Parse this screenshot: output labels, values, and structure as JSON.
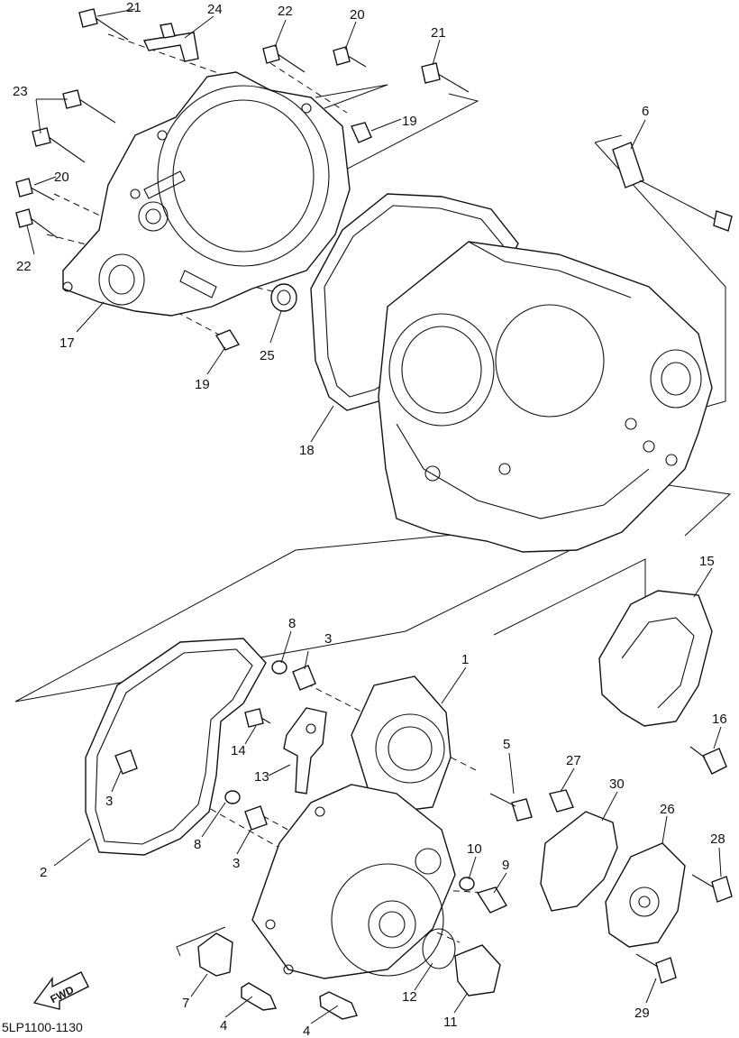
{
  "callouts": {
    "c1": "1",
    "c2": "2",
    "c3a": "3",
    "c3b": "3",
    "c3c": "3",
    "c4a": "4",
    "c4b": "4",
    "c5": "5",
    "c6": "6",
    "c7": "7",
    "c8a": "8",
    "c8b": "8",
    "c9": "9",
    "c10": "10",
    "c11": "11",
    "c12": "12",
    "c13": "13",
    "c14": "14",
    "c15": "15",
    "c16": "16",
    "c17": "17",
    "c18": "18",
    "c19a": "19",
    "c19b": "19",
    "c20a": "20",
    "c20b": "20",
    "c21a": "21",
    "c21b": "21",
    "c22a": "22",
    "c22b": "22",
    "c23": "23",
    "c24": "24",
    "c25": "25",
    "c26": "26",
    "c27": "27",
    "c28": "28",
    "c29": "29",
    "c30": "30"
  },
  "fwd_label": "FWD",
  "diagram_code": "5LP1100-1130"
}
